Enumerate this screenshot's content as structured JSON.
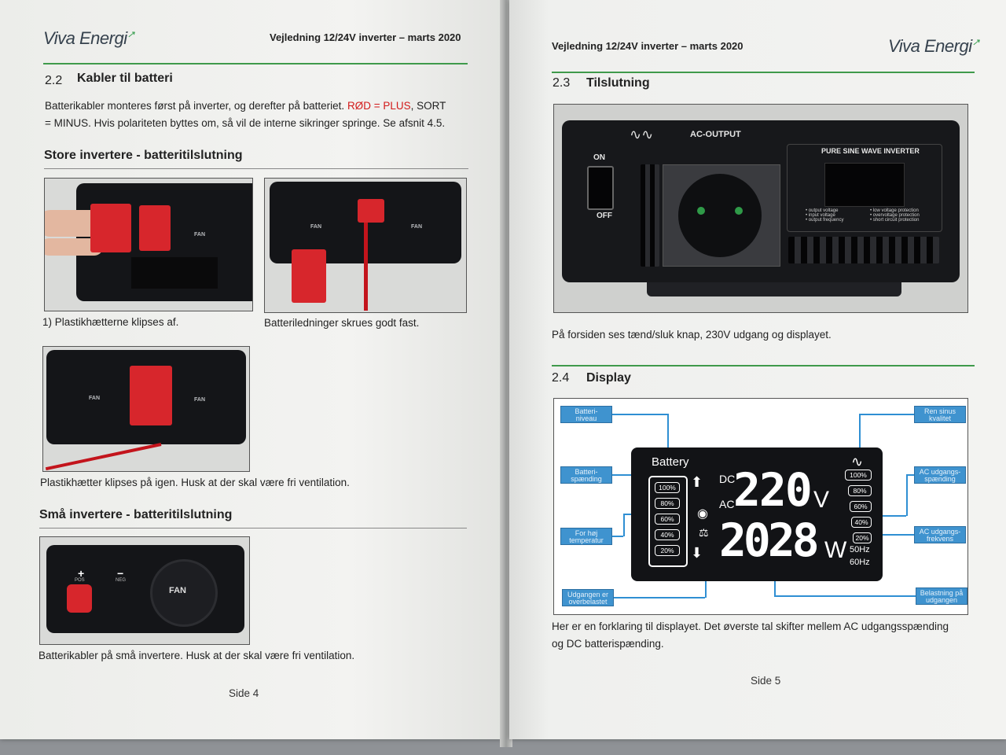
{
  "left_page": {
    "brand": "Viva Energi",
    "doc_title": "Vejledning 12/24V inverter – marts 2020",
    "section": {
      "number": "2.2",
      "title": "Kabler til batteri"
    },
    "intro": {
      "part1": "Batterikabler monteres først på inverter, og derefter på batteriet. ",
      "red": "RØD = PLUS",
      "part2": ", SORT",
      "line2": "= MINUS. Hvis polariteten byttes om, så vil de interne sikringer springe. Se afsnit 4.5."
    },
    "large_title": "Store invertere - batteritilslutning",
    "small_title": "Små invertere - batteritilslutning",
    "photos": {
      "fan_label": "FAN",
      "pos_label": "POS",
      "neg_label": "NEG",
      "caption1": "1) Plastikhætterne klipses af.",
      "caption2": "Batteriledninger skrues godt fast.",
      "caption3": "Plastikhætter klipses på igen. Husk at der skal være fri ventilation.",
      "caption4": "Batterikabler på små invertere. Husk at der skal være fri ventilation."
    },
    "footer": "Side 4"
  },
  "right_page": {
    "brand": "Viva Energi",
    "doc_title": "Vejledning 12/24V inverter – marts 2020",
    "section23": {
      "number": "2.3",
      "title": "Tilslutning"
    },
    "front_panel": {
      "ac_output": "AC-OUTPUT",
      "on": "ON",
      "off": "OFF",
      "pure_sine": "PURE SINE WAVE INVERTER",
      "legend_left": [
        "output voltage",
        "input voltage",
        "output frequency"
      ],
      "legend_right": [
        "low voltage protection",
        "overvoltage protection",
        "short circuit protection"
      ]
    },
    "caption23": "På forsiden ses tænd/sluk knap, 230V udgang og displayet.",
    "section24": {
      "number": "2.4",
      "title": "Display"
    },
    "display": {
      "battery_label": "Battery",
      "dc": "DC",
      "ac": "AC",
      "voltage": "220",
      "voltage_unit": "V",
      "watts": "2028",
      "watts_unit": "W",
      "battery_levels": [
        "100%",
        "80%",
        "60%",
        "40%",
        "20%"
      ],
      "load_levels": [
        "100%",
        "80%",
        "60%",
        "40%",
        "20%"
      ],
      "hz50": "50Hz",
      "hz60": "60Hz",
      "callouts": {
        "batteriniveau": [
          "Batteri-",
          "niveau"
        ],
        "batterispaending": [
          "Batteri-",
          "spænding"
        ],
        "temperatur": [
          "For høj",
          "temperatur"
        ],
        "overbelastet": [
          "Udgangen er",
          "overbelastet"
        ],
        "rensinus": [
          "Ren sinus",
          "kvalitet"
        ],
        "ac_spaending": [
          "AC udgangs-",
          "spænding"
        ],
        "ac_frekvens": [
          "AC udgangs-",
          "frekvens"
        ],
        "belastning": [
          "Belastning på",
          "udgangen"
        ]
      }
    },
    "caption24_line1": "Her er en forklaring til displayet. Det øverste tal skifter mellem AC udgangsspænding",
    "caption24_line2": "og DC batterispænding.",
    "footer": "Side 5"
  },
  "colors": {
    "accent_green": "#3f9a4b",
    "red_text": "#d21a1a",
    "callout_blue": "#3f93cf"
  }
}
